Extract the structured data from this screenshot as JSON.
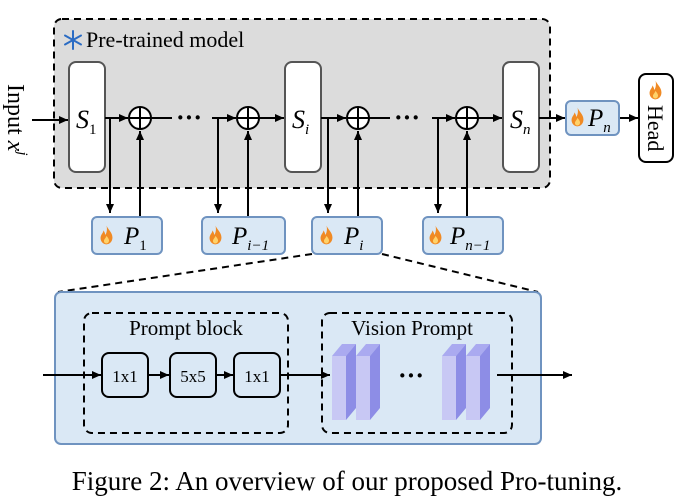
{
  "pretrained": {
    "label": "Pre-trained model",
    "icon": "snowflake-icon"
  },
  "input": {
    "label": "Input ",
    "var": "x",
    "sup": "j"
  },
  "stages": [
    {
      "sym": "S",
      "sub": "1"
    },
    {
      "sym": "S",
      "sub": "i"
    },
    {
      "sym": "S",
      "sub": "n"
    }
  ],
  "dots": "···",
  "prompts_bottom": [
    {
      "sym": "P",
      "sub": "1"
    },
    {
      "sym": "P",
      "sub": "i−1"
    },
    {
      "sym": "P",
      "sub": "i"
    },
    {
      "sym": "P",
      "sub": "n−1"
    }
  ],
  "prompt_top": {
    "sym": "P",
    "sub": "n"
  },
  "head": {
    "label": "Head",
    "icon": "flame-icon"
  },
  "detail": {
    "prompt_block_title": "Prompt block",
    "vision_prompt_title": "Vision Prompt",
    "convs": [
      "1x1",
      "5x5",
      "1x1"
    ],
    "dots": "···"
  },
  "caption": "Figure 2: An overview of our proposed Pro-tuning.",
  "colors": {
    "frozen_bg": "#dcdcdc",
    "prompt_bg": "#dae8f5",
    "prompt_border": "#6f93c0",
    "flame": "#f08a24",
    "vision_front": "#c8c8f4",
    "vision_side": "#8d8de6"
  }
}
